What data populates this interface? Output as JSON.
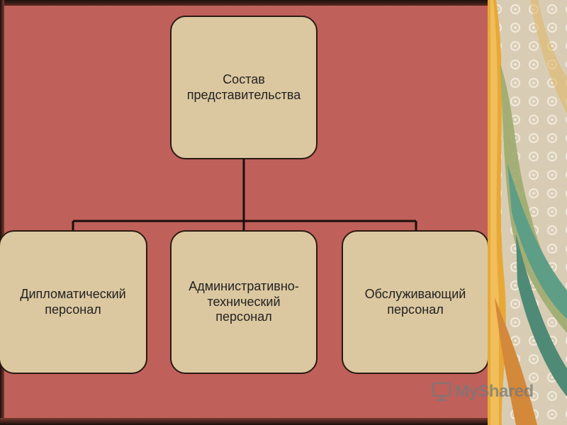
{
  "diagram": {
    "root": {
      "lines": [
        "Состав",
        "представительства"
      ]
    },
    "children": [
      {
        "lines": [
          "Дипломатический",
          "персонал"
        ]
      },
      {
        "lines": [
          "Административно-",
          "технический",
          "персонал"
        ]
      },
      {
        "lines": [
          "Обслуживающий",
          "персонал"
        ]
      }
    ]
  },
  "watermark": {
    "text": "MyShared"
  },
  "colors": {
    "slide_background": "#c0605a",
    "box_fill": "#dcc8a0",
    "connector": "#1a0f0b"
  }
}
